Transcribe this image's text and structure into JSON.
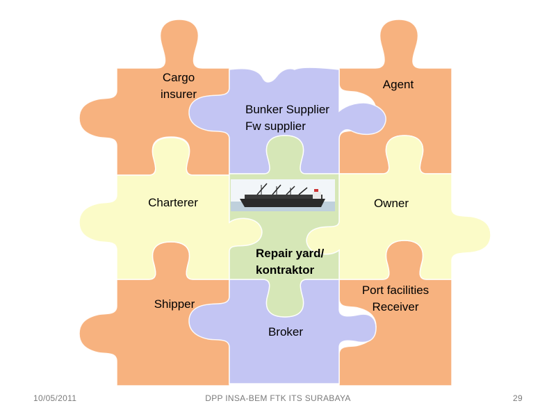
{
  "colors": {
    "orange": "#f7b27f",
    "lavender": "#c3c5f3",
    "cream": "#fbfbc8",
    "green": "#d6e7b7"
  },
  "pieces": {
    "cargo_insurer": {
      "line1": "Cargo",
      "line2": "insurer"
    },
    "agent": "Agent",
    "bunker": {
      "line1": "Bunker Supplier",
      "line2": "Fw supplier"
    },
    "charterer": "Charterer",
    "owner": "Owner",
    "repair": {
      "line1": "Repair yard/",
      "line2": "kontraktor"
    },
    "shipper": "Shipper",
    "port": {
      "line1": "Port facilities",
      "line2": "Receiver"
    },
    "broker": "Broker"
  },
  "footer": {
    "date": "10/05/2011",
    "org": "DPP INSA-BEM FTK ITS SURABAYA",
    "page": "29"
  }
}
